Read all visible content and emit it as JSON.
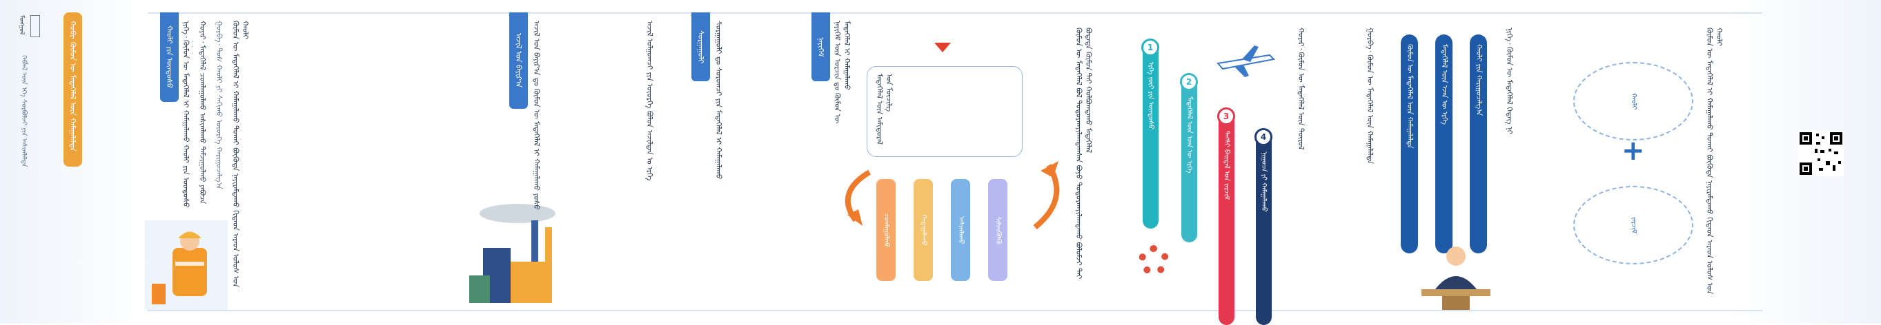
{
  "sidebar": {
    "small_title": "ᠮᠣᠩᠭᠤᠯ",
    "side_note": "ᠬᠡᠪᠯᠡᠯ ᠦᠨ ᠡᠬᠡ ᠰᠤᠷᠪᠤᠯᠵᠢ ᠶᠢᠨ ᠠᠰᠢᠭᠯᠠᠯᠲᠠ",
    "tag_orange": "ᠬᠤᠪᠢ ᠬᠦᠮᠦᠨ ᠦ ᠮᠡᠳᠡᠭᠡᠯᠡᠯ ᠦᠨ ᠬᠠᠮᠠᠭᠠᠯᠠᠯᠲᠠ"
  },
  "sections": [
    {
      "tag": "ᠬᠠᠤᠯᠢ ᠶᠢᠨ ᠦᠨᠳᠦᠰᠦ",
      "columns": [
        "ᠨᠢᠭᠡ᠂ ᠬᠦᠮᠦᠨ ᠦ ᠮᠡᠳᠡᠭᠡᠯᠡᠯ ᠢ ᠬᠠᠮᠠᠭᠠᠯᠠᠬᠤ ᠬᠠᠤᠯᠢ ᠶᠢᠨ ᠦᠨᠳᠦᠰᠦ ᠪᠣᠯᠤᠨ ᠵᠠᠷᠴᠢᠮ",
        "ᠬᠣᠶᠠᠷ᠂ ᠮᠡᠳᠡᠭᠡᠯᠡᠯ ᠴᠤᠭᠯᠠᠭᠤᠯᠬᠤ ᠠᠰᠢᠭᠯᠠᠬᠤ ᠳᠠᠮᠵᠢᠭᠤᠯᠬᠤ ᠶᠠᠪᠤᠴᠠ",
        "ᠭᠤᠷᠪᠠ᠂ ᠲᠤᠰ ᠬᠠᠤᠯᠢ ᠶᠢ ᠰᠠᠬᠢᠬᠤ ᠦᠦᠷᠭᠡ ᠬᠠᠷᠢᠭᠤᠴᠠᠯᠭ᠎ᠠ"
      ]
    },
    {
      "tag": "ᠠᠵᠢᠯ ᠤᠨ ᠪᠠᠶᠢᠷ᠎ᠠ",
      "columns": [
        "ᠠᠵᠢᠯ ᠤᠨ ᠪᠠᠶᠢᠷ᠎ᠠ ᠳᠤ ᠬᠦᠮᠦᠨ ᠦ ᠮᠡᠳᠡᠭᠡᠯᠡᠯ ᠢ ᠬᠠᠮᠠᠭᠠᠯᠠᠬᠤ ᠶᠣᠰᠣ",
        "ᠠᠵᠢᠯ ᠣᠯᠭᠣᠭᠴᠢ ᠶᠢᠨ ᠦᠦᠷᠭᠡ ᠪᠤᠯᠤᠨ ᠠᠵᠢᠯᠲᠠᠨ ᠤ ᠡᠷᠬᠡ"
      ]
    },
    {
      "tag": "ᠰᠤᠷᠭᠠᠭᠤᠯᠢ",
      "columns": [
        "ᠰᠤᠷᠭᠠᠭᠤᠯᠢ ᠳᠤ ᠰᠤᠷᠤᠭᠴᠢ ᠶᠢᠨ ᠮᠡᠳᠡᠭᠡᠯᠡᠯ ᠢ ᠬᠠᠮᠠᠭᠠᠯᠠᠬᠤ"
      ]
    },
    {
      "tag": "ᠨᠡᠶᠢᠭᠡᠮ",
      "columns": [
        "ᠨᠡᠶᠢᠭᠡᠮ ᠦᠨ ᠣᠷᠴᠢᠨ ᠳᠤ ᠬᠦᠮᠦᠨ ᠦ ᠮᠡᠳᠡᠭᠡᠯᠡᠯ ᠢ ᠬᠠᠮᠠᠭᠠᠯᠠᠬᠤ"
      ]
    }
  ],
  "cycle": {
    "top_label": "ᠮᠡᠳᠡᠭᠡᠯᠡᠯ ᠦᠨ ᠠᠮᠢᠳᠤᠷᠠᠯ ᠤᠨ ᠮᠥᠴᠢᠯᠭ",
    "bars": [
      "ᠴᠤᠭᠯᠠᠭᠤᠯᠬᠤ",
      "ᠬᠠᠳᠠᠭᠠᠯᠠᠬᠤ",
      "ᠠᠰᠢᠭᠯᠠᠬᠤ",
      "ᠰᠢᠯᠵᠢᠭᠦᠯᠬᠦ"
    ]
  },
  "numbered": [
    {
      "num": "1",
      "text": "ᠡᠷᠬᠡ ᠵᠦᠢ ᠶᠢᠨ ᠦᠨᠳᠦᠰᠦ"
    },
    {
      "num": "2",
      "text": "ᠮᠡᠳᠡᠭᠡᠯᠡᠯ ᠦᠨ ᠡᠵᠡᠨ ᠦ ᠡᠷᠬᠡ"
    },
    {
      "num": "3",
      "text": "ᠲᠡᠭᠰᠢ ᠪᠠᠢᠳᠠᠯ ᠤᠨ ᠵᠠᠷᠴᠢᠮ"
    },
    {
      "num": "4",
      "text": "ᠨᠢᠭᠤᠴᠠ ᠶᠢ ᠬᠠᠮᠠᠭᠠᠯᠠᠬᠤ"
    }
  ],
  "dark_pills": [
    "ᠬᠦᠮᠦᠨ ᠦ ᠮᠡᠳᠡᠭᠡᠯᠡᠯ ᠦᠨ ᠬᠠᠮᠠᠭᠠᠯᠠᠯᠲᠠ",
    "ᠮᠡᠳᠡᠭᠡᠯᠡᠯ ᠦᠨ ᠡᠵᠡᠨ ᠦ ᠡᠷᠬᠡ",
    "ᠬᠠᠤᠯᠢ ᠶᠢᠨ ᠬᠠᠷᠢᠭᠤᠴᠠᠯᠭ᠎ᠠ"
  ],
  "right_text": [
    "ᠬᠦᠮᠦᠨ ᠦ ᠮᠡᠳᠡᠭᠡᠯᠡᠯ ᠪᠣᠯ ᠲᠣᠳᠣᠷᠬᠠᠶᠢᠯᠠᠭᠳᠠᠭᠰᠠᠨ ᠪᠤᠶᠤ ᠲᠣᠳᠣᠷᠬᠠᠶᠢᠯᠠᠭᠳᠠᠬᠤ ᠪᠣᠯᠤᠮᠵᠢ ᠲᠠᠶ ᠪᠣᠳᠠᠳᠠ ᠬᠦᠮᠦᠨ ᠲᠡᠢ ᠬᠣᠯᠪᠣᠭᠳᠠᠬᠤ ᠮᠡᠳᠡᠭᠡᠯᠡᠯ",
    "ᠬᠣᠶᠠᠷ᠂ ᠬᠦᠮᠦᠨ ᠦ ᠮᠡᠳᠡᠭᠡᠯᠡᠯ ᠦᠨ ᠲᠥᠷᠥᠯ",
    "ᠭᠤᠷᠪᠠ᠂ ᠬᠦᠮᠦᠨ ᠦ ᠮᠡᠳᠡᠭᠡᠯᠡᠯ ᠦᠨ ᠬᠠᠮᠠᠭᠠᠯᠠᠯᠲᠠ"
  ],
  "ellipses": [
    "ᠬᠠᠤᠯᠢ",
    "ᠵᠠᠷᠴᠢᠮ"
  ],
  "plus": "+",
  "far_right_text": [
    "ᠬᠦᠮᠦᠨ ᠦ ᠮᠡᠳᠡᠭᠡᠯᠡᠯ ᠢ ᠬᠠᠮᠠᠭᠠᠯᠠᠬᠤ ᠲᠤᠬᠠᠢ ᠪᠦᠭᠦᠳᠡ ᠨᠠᠶᠢᠷᠠᠮᠳᠠᠬᠤ ᠬᠢᠲᠠᠳ ᠠᠷᠠᠳ ᠤᠯᠤᠰ ᠤᠨ ᠬᠠᠤᠯᠢ",
    "ᠨᠢᠭᠡ᠂ ᠬᠦᠮᠦᠨ ᠦ ᠮᠡᠳᠡᠭᠡᠯᠡᠯ ᠭᠡᠳᠡᠭ ᠨᠢ"
  ]
}
